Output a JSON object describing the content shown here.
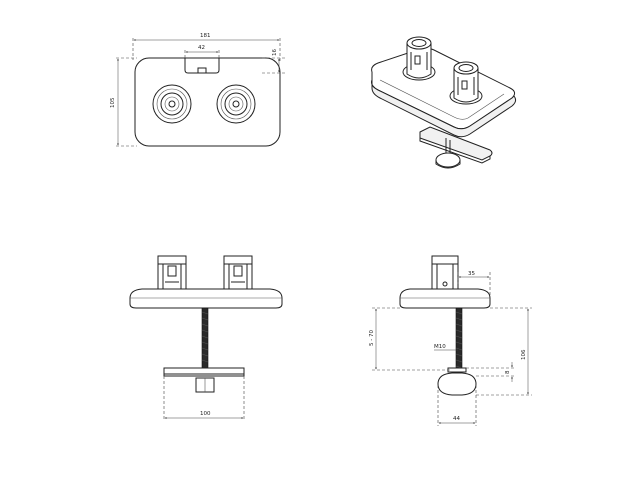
{
  "top_view": {
    "width_dim": "181",
    "slot_dim": "42",
    "edge_dim": "16",
    "height_dim": "105"
  },
  "front_view": {
    "clamp_width_dim": "100"
  },
  "side_view": {
    "top_offset_dim": "35",
    "clamp_range_dim": "5 - 70",
    "thread_label": "M10",
    "total_height_dim": "106",
    "knob_gap_dim": "8",
    "knob_width_dim": "44"
  }
}
